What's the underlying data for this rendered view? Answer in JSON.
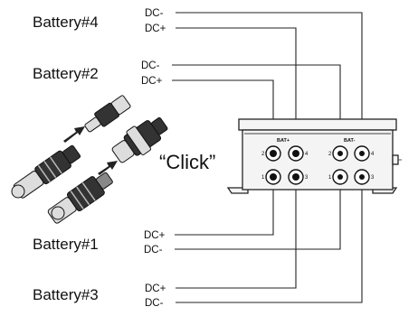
{
  "labels": {
    "battery4": "Battery#4",
    "battery2": "Battery#2",
    "battery1": "Battery#1",
    "battery3": "Battery#3",
    "click": "“Click”"
  },
  "terminals": {
    "b4_top": "DC-",
    "b4_bottom": "DC+",
    "b2_top": "DC-",
    "b2_bottom": "DC+",
    "b1_top": "DC+",
    "b1_bottom": "DC-",
    "b3_top": "DC+",
    "b3_bottom": "DC-"
  },
  "junction_box": {
    "section_plus": "BAT+",
    "section_minus": "BAT-",
    "ports": [
      "2",
      "4",
      "1",
      "3",
      "2",
      "4",
      "1",
      "3"
    ]
  }
}
